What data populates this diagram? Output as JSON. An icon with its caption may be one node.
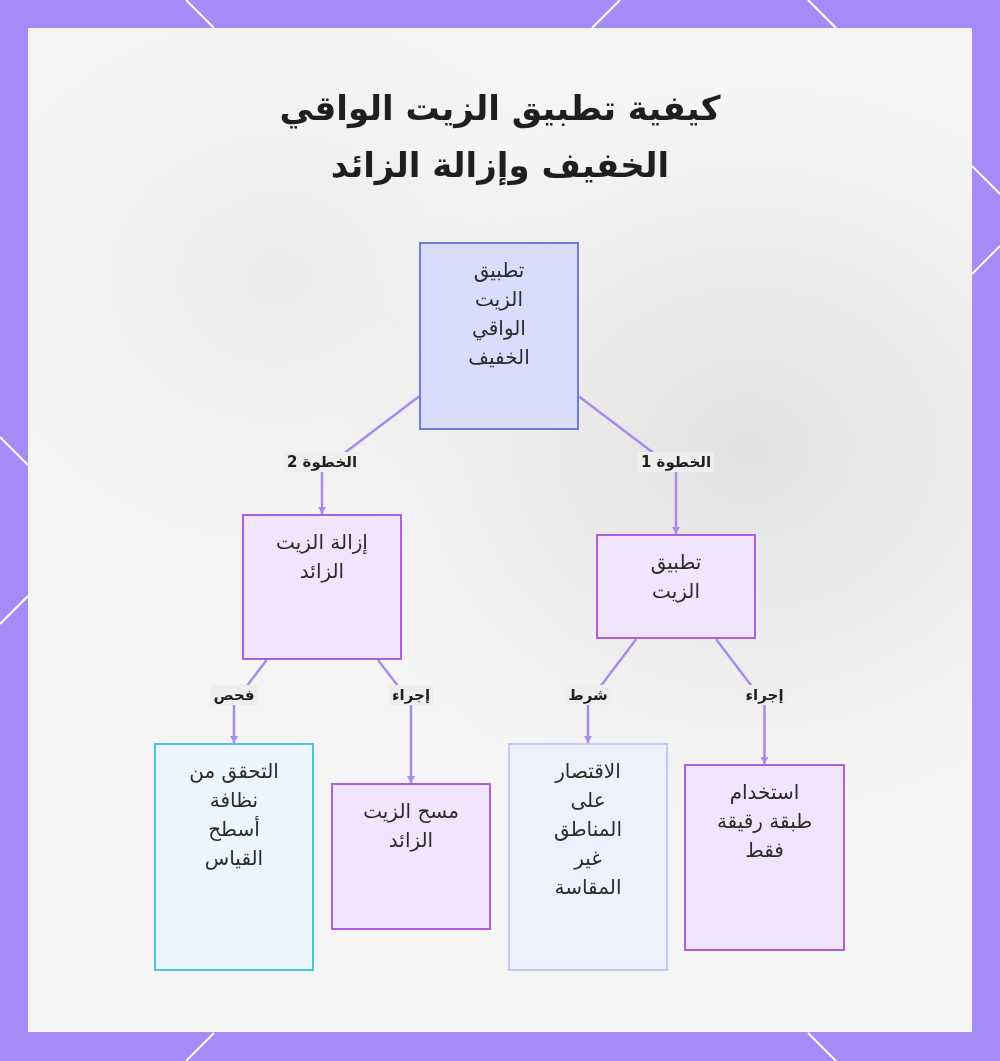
{
  "diagram": {
    "title": "كيفية تطبيق الزيت الواقي الخفيف وإزالة الزائد",
    "nodes": [
      {
        "text": [
          "تطبيق الزيت الواقي الخفيف"
        ]
      },
      {
        "text": [
          "تطبيق الزيت"
        ]
      },
      {
        "text": [
          "إزالة الزيت الزائد"
        ]
      },
      {
        "text": [
          "استخدام طبقة رقيقة فقط"
        ]
      },
      {
        "text": [
          "الاقتصار على المناطق غير المقاسة"
        ]
      },
      {
        "text": [
          "مسح الزيت الزائد"
        ]
      },
      {
        "text": [
          "التحقق من نظافة أسطح القياس"
        ]
      }
    ],
    "edges": [
      {
        "from": 0,
        "to": 1,
        "arrow": "to",
        "label": "الخطوة 1"
      },
      {
        "from": 0,
        "to": 2,
        "arrow": "to",
        "label": "الخطوة 2"
      },
      {
        "from": 1,
        "to": 3,
        "arrow": "to",
        "label": "إجراء"
      },
      {
        "from": 1,
        "to": 4,
        "arrow": "to",
        "label": "شرط"
      },
      {
        "from": 2,
        "to": 5,
        "arrow": "to",
        "label": "إجراء"
      },
      {
        "from": 2,
        "to": 6,
        "arrow": "to",
        "label": "فحص"
      }
    ]
  }
}
